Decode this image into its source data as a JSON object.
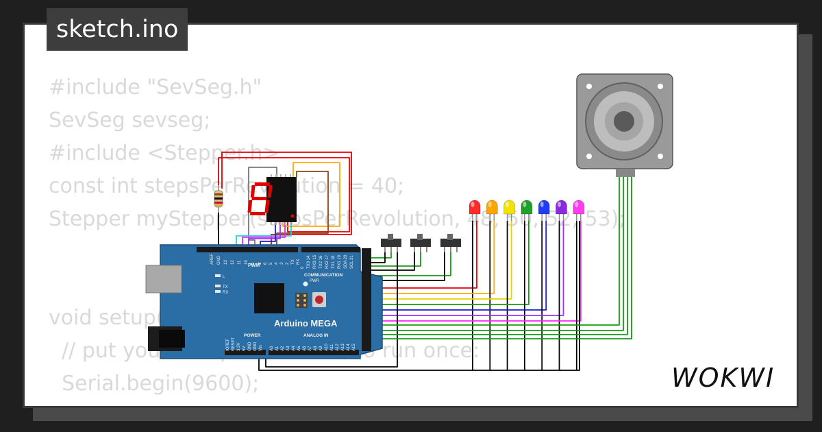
{
  "tab": {
    "filename": "sketch.ino"
  },
  "code_lines": [
    "#include \"SevSeg.h\"",
    "SevSeg sevseg;",
    "#include <Stepper.h>",
    "const int stepsPerRevolution = 40;",
    "Stepper myStepper(stepsPerRevolution, 48, 50, 52, 53);",
    "",
    "",
    "void setup() {",
    "  // put your setup code here, to run once:",
    "  Serial.begin(9600);"
  ],
  "board": {
    "name": "Arduino MEGA",
    "pwm_label": "PWM",
    "comm_label": "COMMUNICATION",
    "power_label": "POWER",
    "analog_label": "ANALOG IN",
    "pwr_led_label": "PWR",
    "led_l": "L",
    "led_tx": "TX",
    "led_rx": "RX",
    "top_pins_left": [
      "AREF",
      "GND",
      "13",
      "12",
      "11",
      "10",
      "9",
      "8"
    ],
    "top_pins_right": [
      "7",
      "6",
      "5",
      "4",
      "3",
      "2",
      "TX",
      "RX"
    ],
    "comm_pins": [
      "0",
      "TX3 14",
      "RX3 15",
      "TX2 16",
      "RX2 17",
      "TX1 18",
      "RX1 19",
      "SDA 20",
      "SCL 21"
    ],
    "power_pins": [
      "IOREF",
      "RESET",
      "3.3V",
      "5V",
      "GND",
      "GND",
      "Vin"
    ],
    "analog_pins": [
      "A0",
      "A1",
      "A2",
      "A3",
      "A4",
      "A5",
      "A6",
      "A7",
      "A8",
      "A9",
      "A10",
      "A11",
      "A12",
      "A13",
      "A14",
      "A15"
    ]
  },
  "seven_segment": {
    "digit": "8"
  },
  "leds": [
    {
      "name": "red",
      "color": "#ff2b2b"
    },
    {
      "name": "orange",
      "color": "#ffa500"
    },
    {
      "name": "yellow",
      "color": "#f2e400"
    },
    {
      "name": "green",
      "color": "#1fa02a"
    },
    {
      "name": "blue",
      "color": "#1f3cf0"
    },
    {
      "name": "purple",
      "color": "#8a2be2"
    },
    {
      "name": "magenta",
      "color": "#ff3cf0"
    }
  ],
  "wire_colors": {
    "red": "#e00000",
    "orange": "#ffaa00",
    "yellow": "#e6d200",
    "green": "#149914",
    "blue": "#1a1ad6",
    "purple": "#9b30ff",
    "magenta": "#ff20ff",
    "cyan": "#20d0e0",
    "black": "#000000",
    "brown": "#8b4513",
    "grey": "#777777"
  },
  "brand": {
    "logo": "WOKWI"
  }
}
